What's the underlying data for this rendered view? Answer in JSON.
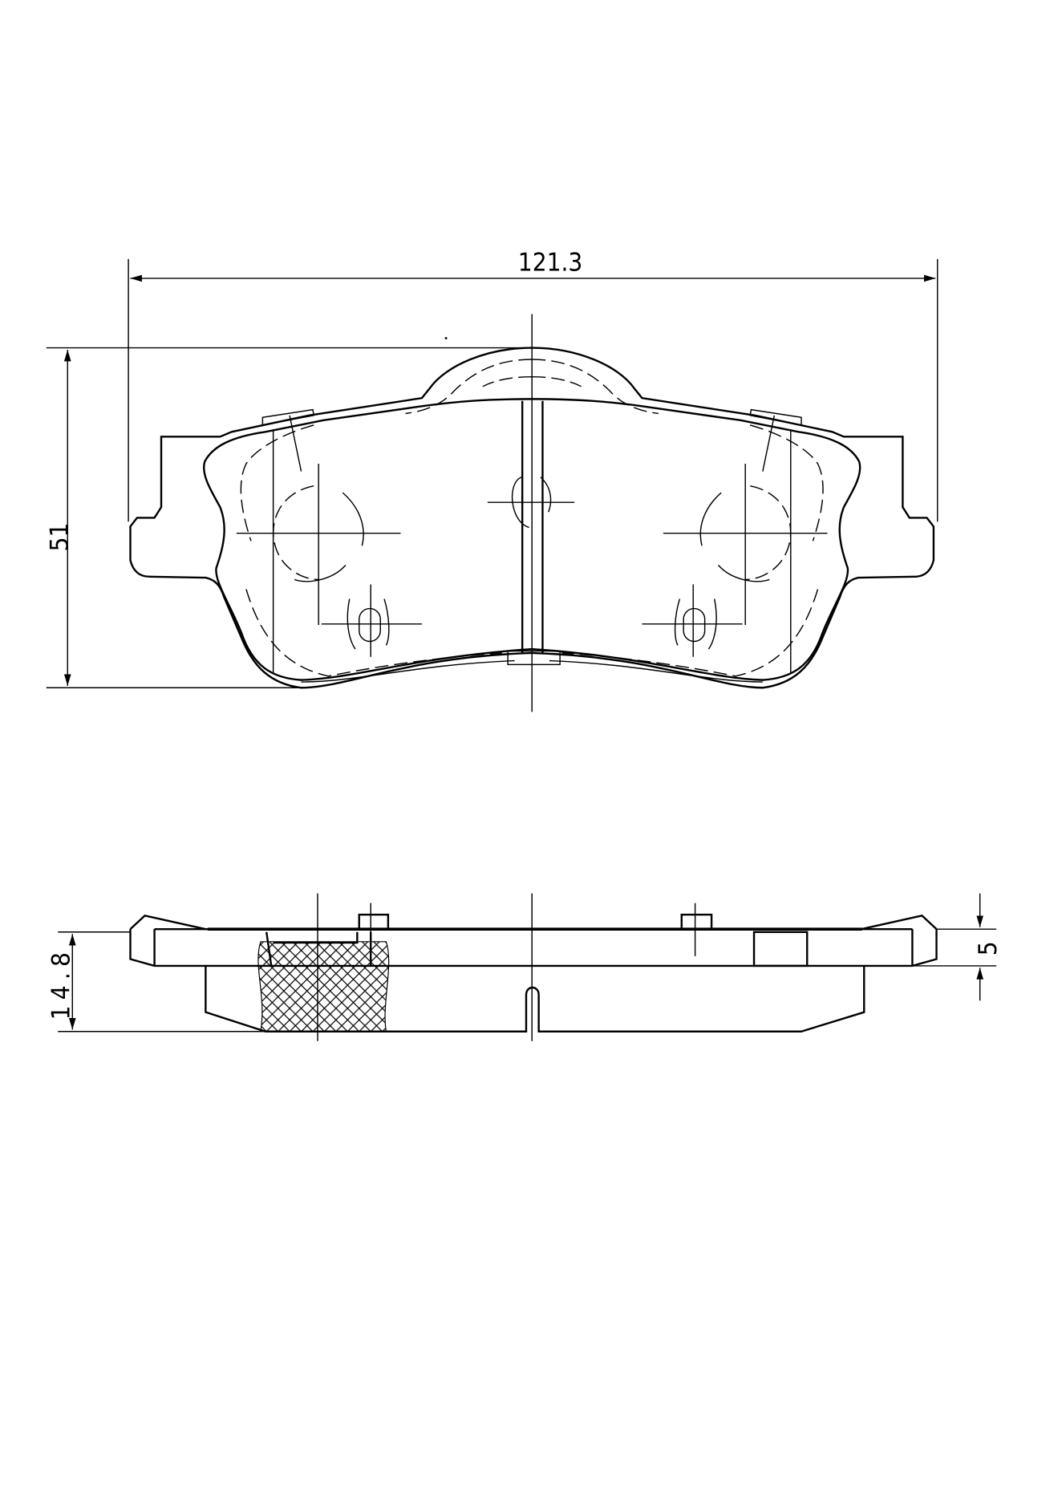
{
  "drawing": {
    "top_view": {
      "width_dimension": "121.3",
      "height_dimension": "51"
    },
    "side_view": {
      "thickness_dimension": "14.8",
      "plate_thickness_dimension": "5"
    }
  }
}
